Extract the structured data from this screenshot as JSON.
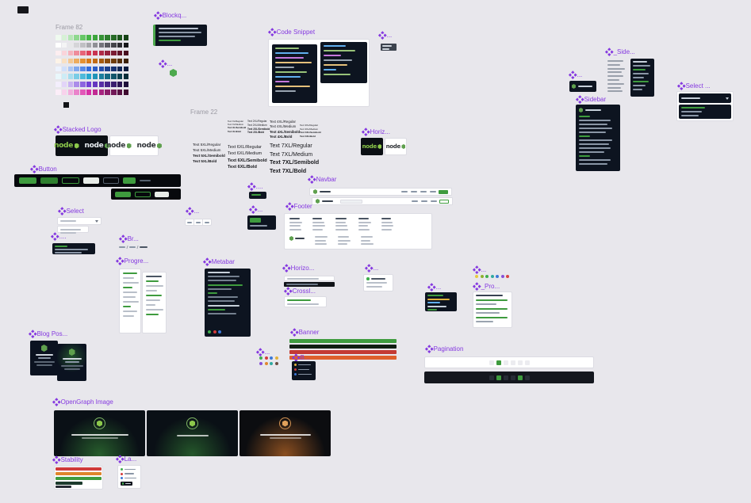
{
  "canvas": {
    "background": "#e8e7ec"
  },
  "theme": {
    "component_label_purple": "#8539e0",
    "frame_label_gray": "#9b9aa3",
    "node_green": "#5fa04e",
    "accent_green": "#3e9b3e",
    "dark_panel": "#0d1420"
  },
  "frames": {
    "frame82": {
      "label": "Frame 82",
      "palette": [
        "#effaef",
        "#d6f1d6",
        "#b5e6b5",
        "#8fd88f",
        "#66c766",
        "#46b646",
        "#3da53d",
        "#369336",
        "#2e7f2e",
        "#266b26",
        "#1e571e",
        "#164316",
        "#ffffff",
        "#f4f4f5",
        "#e7e7e9",
        "#d5d5d8",
        "#c0c0c4",
        "#a8a8ad",
        "#8f8f95",
        "#75757c",
        "#5c5c63",
        "#44444a",
        "#2d2d32",
        "#17171a",
        "#fdeef0",
        "#fad4da",
        "#f5b3bd",
        "#ef8c9b",
        "#e76478",
        "#dd3f58",
        "#c93350",
        "#b02a47",
        "#95223d",
        "#7a1b33",
        "#601429",
        "#470e1f",
        "#fdf3e7",
        "#f9e0c2",
        "#f4c892",
        "#edac5e",
        "#e49132",
        "#d87a16",
        "#c06a12",
        "#a65b0f",
        "#8a4c0c",
        "#6f3d0a",
        "#552f07",
        "#3c2105",
        "#ecf2fd",
        "#d0dffa",
        "#aac6f5",
        "#7fa8ef",
        "#5589e8",
        "#3069de",
        "#2a5cc5",
        "#244fab",
        "#1d408e",
        "#173372",
        "#112757",
        "#0b1b3d",
        "#e9f7fb",
        "#cdecf6",
        "#a6ddee",
        "#7acce5",
        "#4dbadb",
        "#25a8d0",
        "#2094b8",
        "#1b7f9e",
        "#166a84",
        "#11556a",
        "#0c4150",
        "#082d38",
        "#f3eefc",
        "#e2d4f8",
        "#c9b3f2",
        "#ab8ce9",
        "#8d64e0",
        "#7240d6",
        "#6537bf",
        "#582fa6",
        "#48268a",
        "#3a1e6f",
        "#2c1654",
        "#1e0f3a",
        "#fceef8",
        "#f8d2ec",
        "#f2aedd",
        "#ea83cb",
        "#e257b8",
        "#d930a6",
        "#c22a93",
        "#a82480",
        "#8d1e6b",
        "#721857",
        "#581243",
        "#3f0c30"
      ],
      "black_swatch": [
        "#121317"
      ]
    },
    "blockquote": {
      "label": "Blockq..."
    },
    "hex_icon": {
      "label": "..."
    },
    "code_snippet": {
      "label": "Code Snippet"
    },
    "mini_toolbar": {
      "label": "..."
    },
    "side_panel": {
      "label": "_Side..."
    },
    "sidebar_header": {
      "label": "..."
    },
    "sidebar": {
      "label": "Sidebar"
    },
    "select_dark": {
      "label": "Select ..."
    },
    "stacked_logo": {
      "label": "Stacked Logo",
      "wordmark": "node"
    },
    "horizontal_logo": {
      "label": "Horiz...",
      "wordmark": "node"
    },
    "frame22": {
      "label": "Frame 22",
      "typography": {
        "xl": {
          "variants": [
            "Text XL/Regular",
            "Text XL/Medium",
            "Text XL/Semibold",
            "Text XL/Bold"
          ]
        },
        "xl2": {
          "variants": [
            "Text 2XL/Regular",
            "Text 2XL/Medium",
            "Text 2XL/Semibold",
            "Text 2XL/Bold"
          ]
        },
        "xl3": {
          "variants": [
            "Text 3XL/Regular",
            "Text 3XL/Medium",
            "Text 3XL/Semibold",
            "Text 3XL/Bold"
          ]
        },
        "xl4": {
          "variants": [
            "Text 4XL/Regular",
            "Text 4XL/Medium",
            "Text 4XL/Semibold",
            "Text 4XL/Bold"
          ]
        },
        "xl5": {
          "variants": [
            "Text 5XL/Regular",
            "Text 5XL/Medium",
            "Text 5XL/Semibold",
            "Text 5XL/Bold"
          ]
        },
        "xl6": {
          "variants": [
            "Text 6XL/Regular",
            "Text 6XL/Medium",
            "Text 6XL/Semibold",
            "Text 6XL/Bold"
          ]
        },
        "xl7": {
          "variants": [
            "Text 7XL/Regular",
            "Text 7XL/Medium",
            "Text 7XL/Semibold",
            "Text 7XL/Bold"
          ]
        }
      }
    },
    "button": {
      "label": "Button"
    },
    "navbar": {
      "label": "Navbar"
    },
    "nav_chip": {
      "label": "...."
    },
    "button_card": {
      "label": "..."
    },
    "select_light": {
      "label": "Select"
    },
    "segmented_chip": {
      "label": "..."
    },
    "dark_list": {
      "label": "...."
    },
    "breadcrumb": {
      "label": "Br..."
    },
    "footer": {
      "label": "Footer"
    },
    "progress": {
      "label": "Progre..."
    },
    "metabar": {
      "label": "Metabar"
    },
    "horizontal_rule": {
      "label": "Horizo..."
    },
    "crosslink": {
      "label": "Crossl..."
    },
    "info_card": {
      "label": "..."
    },
    "code_chip": {
      "label": "..."
    },
    "icon_dots": {
      "label": "...",
      "colors": [
        "#e7c93f",
        "#8db12e",
        "#3fae4c",
        "#2fa9a0",
        "#3b78d8",
        "#8550d8",
        "#d84444"
      ]
    },
    "profile": {
      "label": "_Pro..."
    },
    "blog_post": {
      "label": "Blog Pos..."
    },
    "banner": {
      "label": "Banner",
      "colors": [
        "#3f9b3f",
        "#101d12",
        "#c43a33",
        "#de5f2b"
      ]
    },
    "badge": {
      "label": "B...",
      "dot_colors": [
        "#e0b13c",
        "#d23c3c",
        "#3b78d8"
      ]
    },
    "icon_cluster": {
      "label": "...",
      "row1": [
        "#3fae4c",
        "#d23c3c",
        "#3b78d8",
        "#e0b13c"
      ],
      "row2": [
        "#8550d8",
        "#e0872e",
        "#2fa9a0",
        "#6d4c41"
      ]
    },
    "pagination": {
      "label": "Pagination",
      "light_cells": [
        "#ececf0",
        "#3e9b3e",
        "#ececf0",
        "#ececf0",
        "#ececf0",
        "#ececf0"
      ],
      "dark_cells": [
        "#272c36",
        "#3e9b3e",
        "#272c36",
        "#272c36",
        "#3e9b3e",
        "#272c36"
      ]
    },
    "opengraph": {
      "label": "OpenGraph Image",
      "glow_green": "#3e9b3e",
      "glow_orange": "#de7a2b"
    },
    "stability": {
      "label": "Stability",
      "colors": [
        "#cf3a3a",
        "#df862c",
        "#3f9b3f"
      ]
    },
    "labels_card": {
      "label": "La...",
      "dot_colors": [
        "#3fae4c",
        "#d23c3c",
        "#3b78d8"
      ]
    }
  }
}
